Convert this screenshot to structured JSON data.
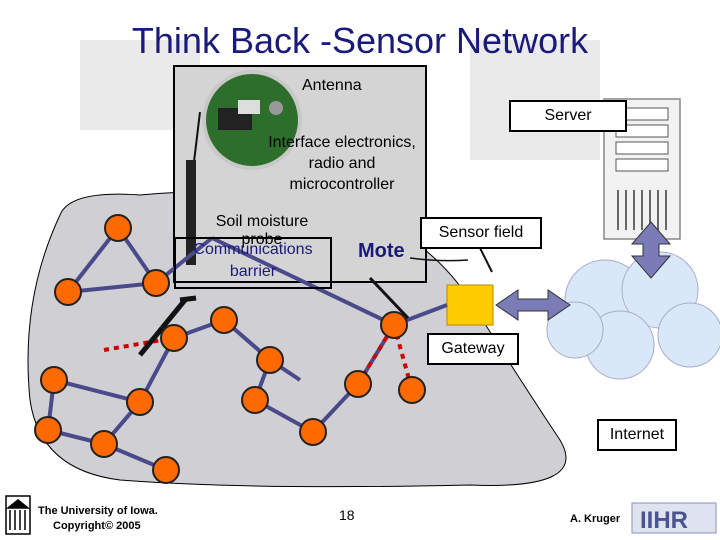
{
  "title": "Think Back -Sensor Network",
  "labels": {
    "antenna": "Antenna",
    "server": "Server",
    "interface": "Interface electronics, radio and microcontroller",
    "soil": "Soil moisture probe",
    "comm_barrier": "Communications barrier",
    "mote": "Mote",
    "sensor_field": "Sensor field",
    "gateway": "Gateway",
    "internet": "Internet"
  },
  "footer": {
    "university_line1": "The University of Iowa.",
    "university_line2": "Copyright© 2005",
    "page_number": "18",
    "author": "A. Kruger"
  },
  "colors": {
    "node": "#ff6a00",
    "edge": "#4a4a8a",
    "title": "#1a1a7a",
    "gateway": "#ffcc00",
    "cloud": "#d8e8f8",
    "arrow": "#7b7bb8"
  }
}
